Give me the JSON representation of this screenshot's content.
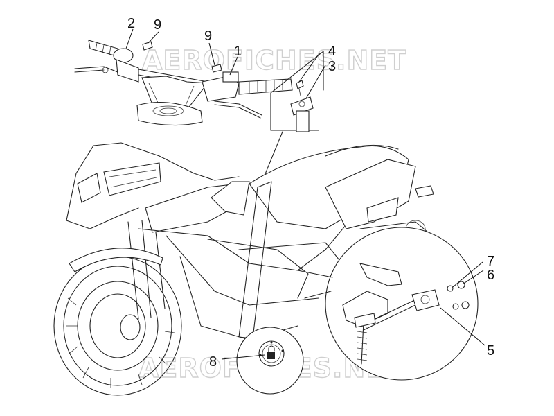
{
  "watermark": {
    "top": "AEROFICHES.NET",
    "bottom": "AEROFICHES.NET"
  },
  "callouts": {
    "c1": "1",
    "c2": "2",
    "c3": "3",
    "c4": "4",
    "c5": "5",
    "c6": "6",
    "c7": "7",
    "c8": "8",
    "c9a": "9",
    "c9b": "9"
  },
  "icons": {
    "handlebar": "handlebar-assembly-icon",
    "switch": "plunger-switch-icon",
    "lock": "padlock-icon",
    "sensor": "side-stand-sensor-icon"
  }
}
